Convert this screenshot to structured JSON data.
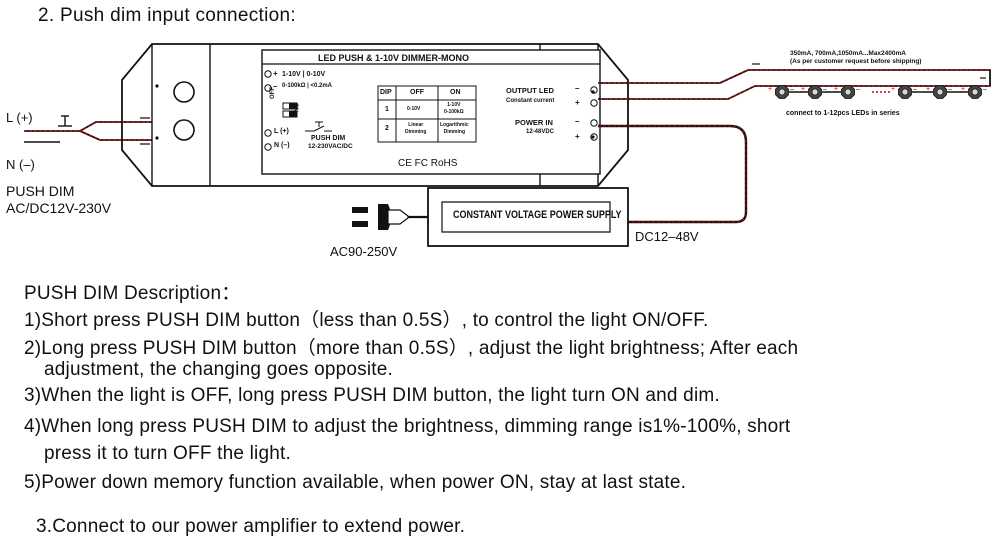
{
  "section2_title": "2. Push dim input connection:",
  "controller": {
    "title": "LED PUSH & 1-10V DIMMER-MONO",
    "dim_line1": "1-10V | 0-10V",
    "dim_line2": "0-100kΩ | <0.2mA",
    "switch_off": "OFF",
    "switch_on": "ON",
    "push_l": "L (+)",
    "push_n": "N (–)",
    "push_label": "PUSH DIM",
    "push_range": "12-230VAC/DC",
    "dip_table": {
      "headers": [
        "DIP",
        "OFF",
        "ON"
      ],
      "rows": [
        [
          "1",
          "0-10V",
          "1-10V\n0-100kΩ"
        ],
        [
          "2",
          "Linear\nDimming",
          "Logarithmic\nDimming"
        ]
      ]
    },
    "output_led": "OUTPUT LED",
    "constant_current": "Constant current",
    "power_in": "POWER IN",
    "power_in_range": "12-48VDC",
    "cert_marks": "CE FC RoHS"
  },
  "left_labels": {
    "l_plus": "L (+)",
    "n_minus": "N (–)",
    "push_dim": "PUSH DIM",
    "push_dim_range": "AC/DC12V-230V"
  },
  "led_string": {
    "current_note": "350mA,  700mA,1050mA...Max2400mA",
    "current_note2": "(As per customer request before shipping)",
    "footer": "connect to 1-12pcs LEDs in series"
  },
  "power_supply": {
    "label": "CONSTANT VOLTAGE POWER SUPPLY",
    "ac_range": "AC90-250V",
    "dc_range": "DC12–48V"
  },
  "description": {
    "title": "PUSH DIM Description：",
    "items": [
      "1)Short press PUSH DIM button（less than 0.5S）,  to control the light ON/OFF.",
      "2)Long press PUSH DIM button（more than 0.5S）, adjust the light brightness; After each",
      "adjustment, the changing goes opposite.",
      "3)When the light is OFF, long press PUSH DIM button, the light turn ON  and  dim.",
      "4)When long press PUSH DIM to adjust the brightness, dimming range is1%-100%, short",
      "press it to turn OFF the light.",
      "5)Power down memory function available, when power ON, stay at last state."
    ]
  },
  "section3_title": "3.Connect to our power amplifier to extend power."
}
